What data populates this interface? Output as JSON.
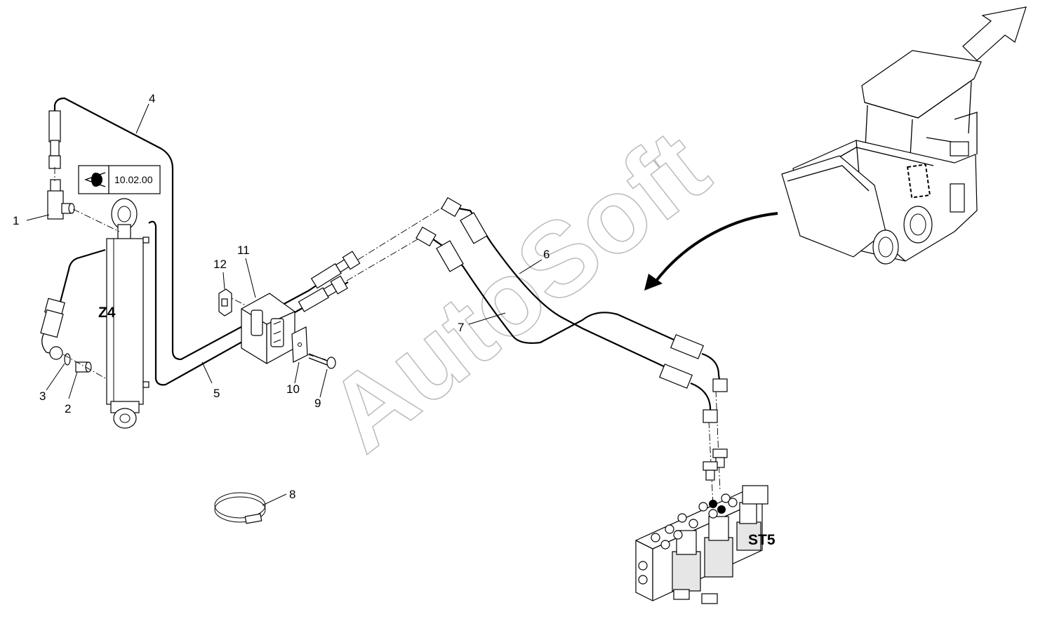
{
  "diagram": {
    "watermark": "AutoSoft",
    "reference": {
      "text": "10.02.00",
      "icon": "eye-icon"
    },
    "component_labels": {
      "cylinder": "Z4",
      "valve_block": "ST5"
    },
    "callouts": [
      "1",
      "2",
      "3",
      "4",
      "5",
      "6",
      "7",
      "8",
      "9",
      "10",
      "11",
      "12"
    ]
  }
}
